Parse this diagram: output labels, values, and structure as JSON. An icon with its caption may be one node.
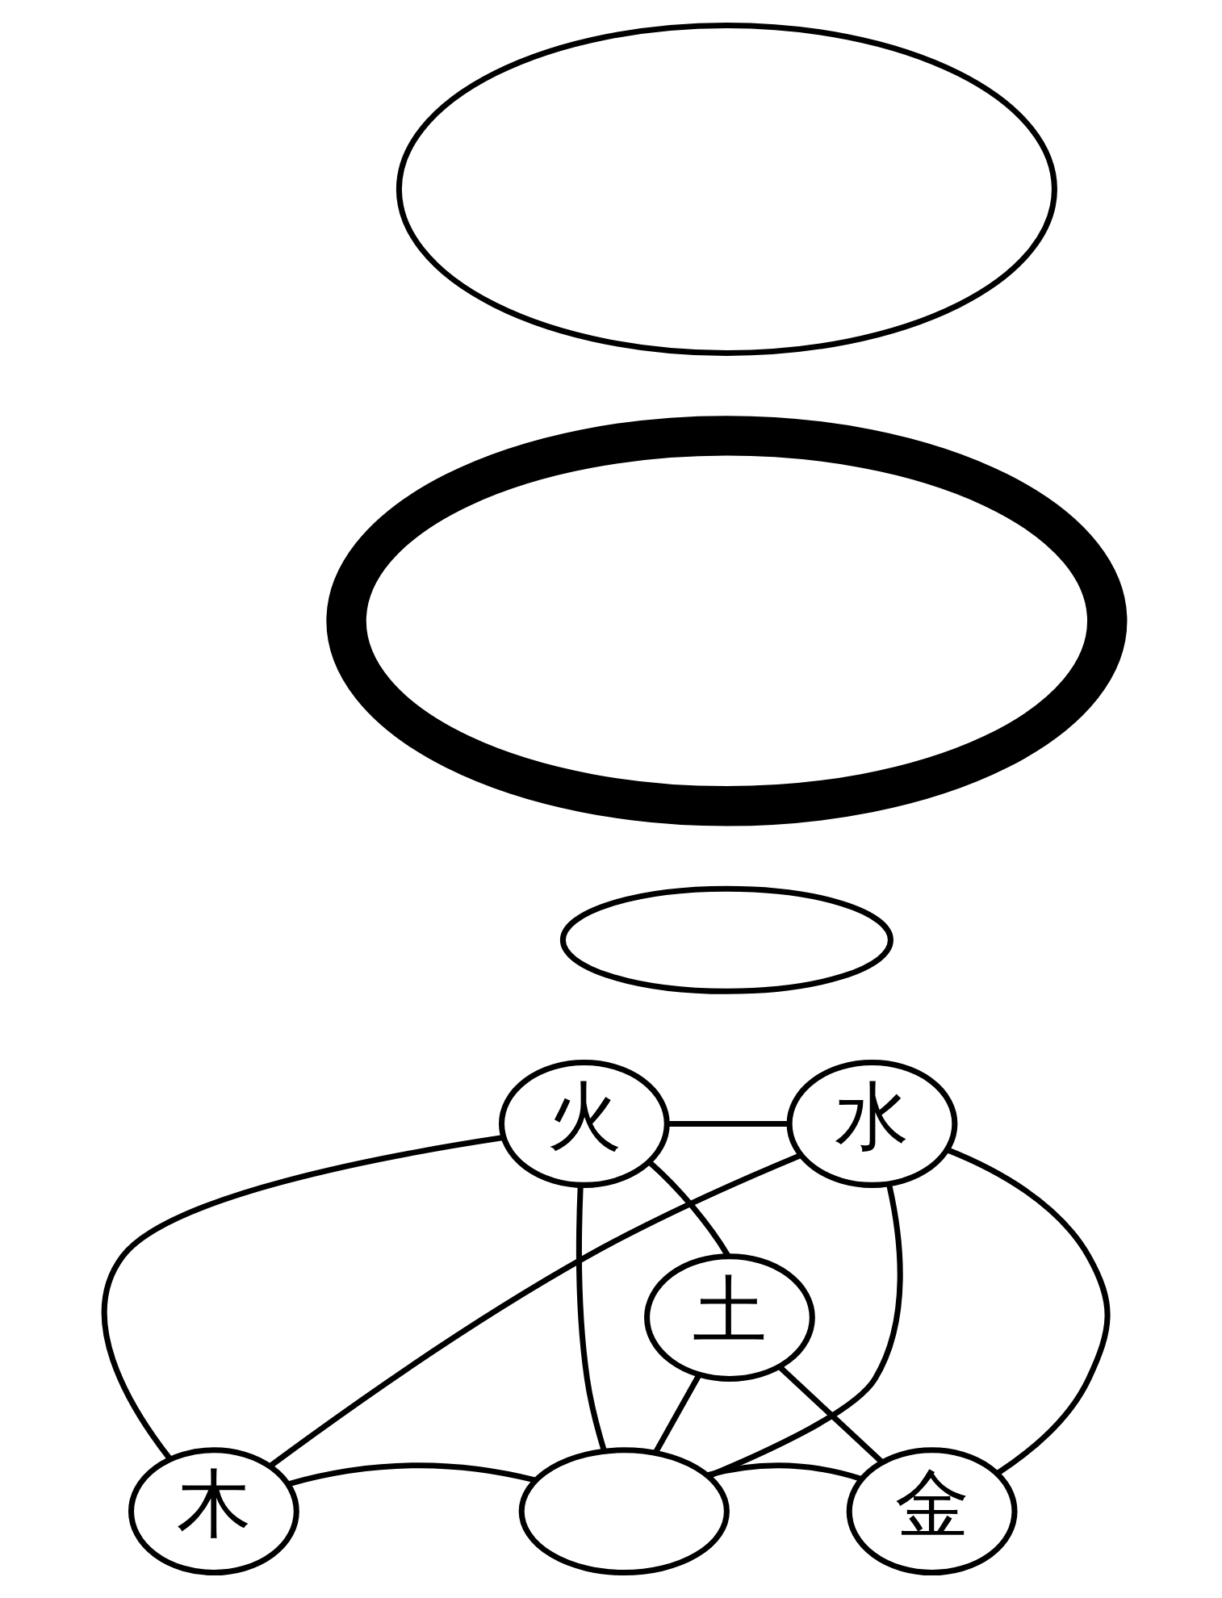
{
  "diagram": {
    "nodes": [
      {
        "text": [],
        "shape": "circle"
      },
      {
        "text": [],
        "shape": "picture"
      },
      {
        "text": [],
        "shape": "circle"
      },
      {
        "text": [
          "火"
        ]
      },
      {
        "text": [
          "水"
        ]
      },
      {
        "text": [
          "土"
        ]
      },
      {
        "text": [
          "木"
        ]
      },
      {
        "text": [
          "金"
        ]
      },
      {
        "text": [],
        "shape": "circle"
      }
    ],
    "edges": [
      {
        "from": 3,
        "to": 4,
        "arrow": "none"
      },
      {
        "from": 3,
        "to": 6,
        "arrow": "none"
      },
      {
        "from": 3,
        "to": 5,
        "arrow": "none"
      },
      {
        "from": 3,
        "to": 8,
        "arrow": "none"
      },
      {
        "from": 4,
        "to": 6,
        "arrow": "none"
      },
      {
        "from": 4,
        "to": 8,
        "arrow": "none"
      },
      {
        "from": 4,
        "to": 7,
        "arrow": "none"
      },
      {
        "from": 5,
        "to": 8,
        "arrow": "none"
      },
      {
        "from": 5,
        "to": 7,
        "arrow": "none"
      },
      {
        "from": 6,
        "to": 8,
        "arrow": "none"
      },
      {
        "from": 7,
        "to": 8,
        "arrow": "none"
      }
    ]
  }
}
